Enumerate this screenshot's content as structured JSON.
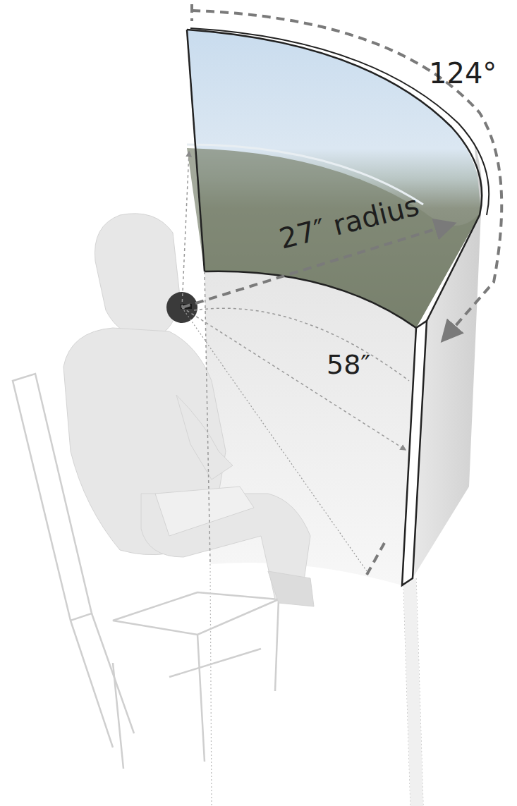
{
  "diagram": {
    "labels": [
      "124°",
      "27″ radius",
      "58″"
    ]
  }
}
